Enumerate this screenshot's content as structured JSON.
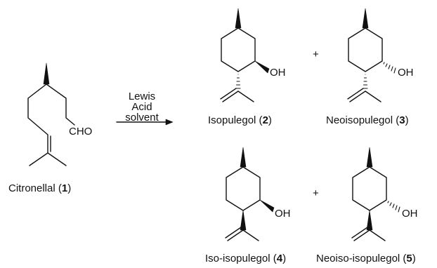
{
  "reactant": {
    "name": "Citronellal (",
    "number": "1",
    "close": ")",
    "aldehyde": "CHO"
  },
  "conditions": {
    "line1": "Lewis",
    "line2": "Acid",
    "line3": "solvent"
  },
  "plus": "+",
  "hydroxyl": "OH",
  "products": [
    {
      "name": "Isopulegol (",
      "number": "2",
      "close": ")"
    },
    {
      "name": "Neoisopulegol (",
      "number": "3",
      "close": ")"
    },
    {
      "name": "Iso-isopulegol (",
      "number": "4",
      "close": ")"
    },
    {
      "name": "Neoiso-isopulegol (",
      "number": "5",
      "close": ")"
    }
  ],
  "colors": {
    "ink": "#111111",
    "background": "#ffffff"
  }
}
